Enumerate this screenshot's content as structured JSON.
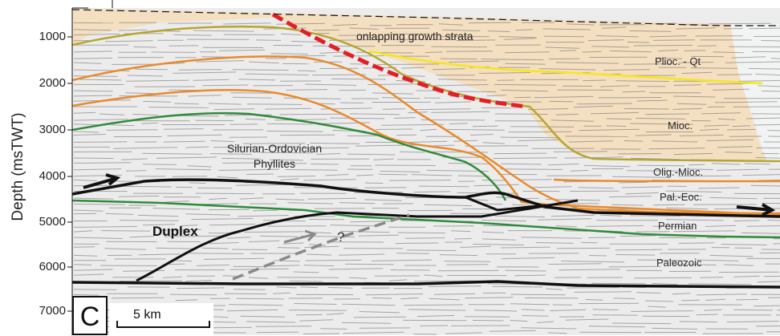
{
  "axis": {
    "ylabel": "Depth (msTWT)",
    "ticks": [
      "1000",
      "2000",
      "3000",
      "4000",
      "5000",
      "6000",
      "7000"
    ]
  },
  "units": {
    "plio_qt": "Plioc. - Qt",
    "mioc": "Mioc.",
    "olig_mioc": "Olig.-Mioc.",
    "pal_eoc": "Pal.-Eoc.",
    "permian": "Permian",
    "paleozoic": "Paleozoic"
  },
  "labels": {
    "growth_strata": "onlapping growth strata",
    "phyllites_line1": "Silurian-Ordovician",
    "phyllites_line2": "Phyllites",
    "duplex": "Duplex",
    "question": "?",
    "panel": "C",
    "scale": "5 km"
  },
  "colors": {
    "basin_fill": "#f4dfc1",
    "plioc_horizon": "#f5e71a",
    "plio_base_horizon": "#b8a52e",
    "orange_horizon": "#e98a2b",
    "green_horizon": "#2e8b3a",
    "fault_red": "#e41e26",
    "fault_black": "#111111",
    "fault_grey": "#8a8a8a"
  }
}
